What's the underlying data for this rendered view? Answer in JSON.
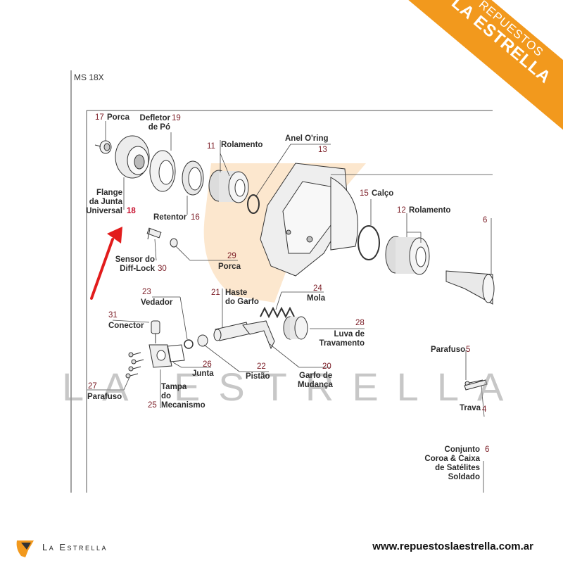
{
  "header": {
    "model": "MS 18X"
  },
  "ribbon": {
    "top": "REPUESTOS",
    "bottom": "LA ESTRELLA"
  },
  "watermark": {
    "text": "LA ESTRELLA"
  },
  "footer": {
    "brand": "La Estrella",
    "url": "www.repuestoslaestrella.com.ar"
  },
  "colors": {
    "accent": "#f2991d",
    "number": "#7a1b24",
    "arrow": "#e21c1c"
  },
  "parts": {
    "p17": {
      "num": "17",
      "name": "Porca"
    },
    "p19": {
      "num": "19",
      "name_l1": "Defletor",
      "name_l2": "de Pó"
    },
    "p11": {
      "num": "11",
      "name": "Rolamento"
    },
    "p13": {
      "num": "13",
      "name": "Anel O'ring"
    },
    "p18": {
      "num": "18",
      "name_l1": "Flange",
      "name_l2": "da Junta",
      "name_l3": "Universal"
    },
    "p16": {
      "num": "16",
      "name": "Retentor"
    },
    "p15": {
      "num": "15",
      "name": "Calço"
    },
    "p12": {
      "num": "12",
      "name": "Rolamento"
    },
    "p6a": {
      "num": "6"
    },
    "p30": {
      "num": "30",
      "name_l1": "Sensor do",
      "name_l2": "Diff-Lock"
    },
    "p29": {
      "num": "29",
      "name": "Porca"
    },
    "p23": {
      "num": "23",
      "name": "Vedador"
    },
    "p21": {
      "num": "21",
      "name_l1": "Haste",
      "name_l2": "do Garfo"
    },
    "p24": {
      "num": "24",
      "name": "Mola"
    },
    "p31": {
      "num": "31",
      "name": "Conector"
    },
    "p28": {
      "num": "28",
      "name_l1": "Luva de",
      "name_l2": "Travamento"
    },
    "p5": {
      "num": "5",
      "name": "Parafuso"
    },
    "p26": {
      "num": "26",
      "name": "Junta"
    },
    "p22": {
      "num": "22",
      "name": "Pistão"
    },
    "p20": {
      "num": "20",
      "name_l1": "Garfo de",
      "name_l2": "Mudança"
    },
    "p27": {
      "num": "27",
      "name": "Parafuso"
    },
    "p25": {
      "num": "25",
      "name_l1": "Tampa",
      "name_l2": "do",
      "name_l3": "Mecanismo"
    },
    "p4": {
      "num": "4",
      "name": "Trava"
    },
    "p6b": {
      "num": "6",
      "name_l1": "Conjunto",
      "name_l2": "Coroa & Caixa",
      "name_l3": "de Satélites",
      "name_l4": "Soldado"
    }
  }
}
